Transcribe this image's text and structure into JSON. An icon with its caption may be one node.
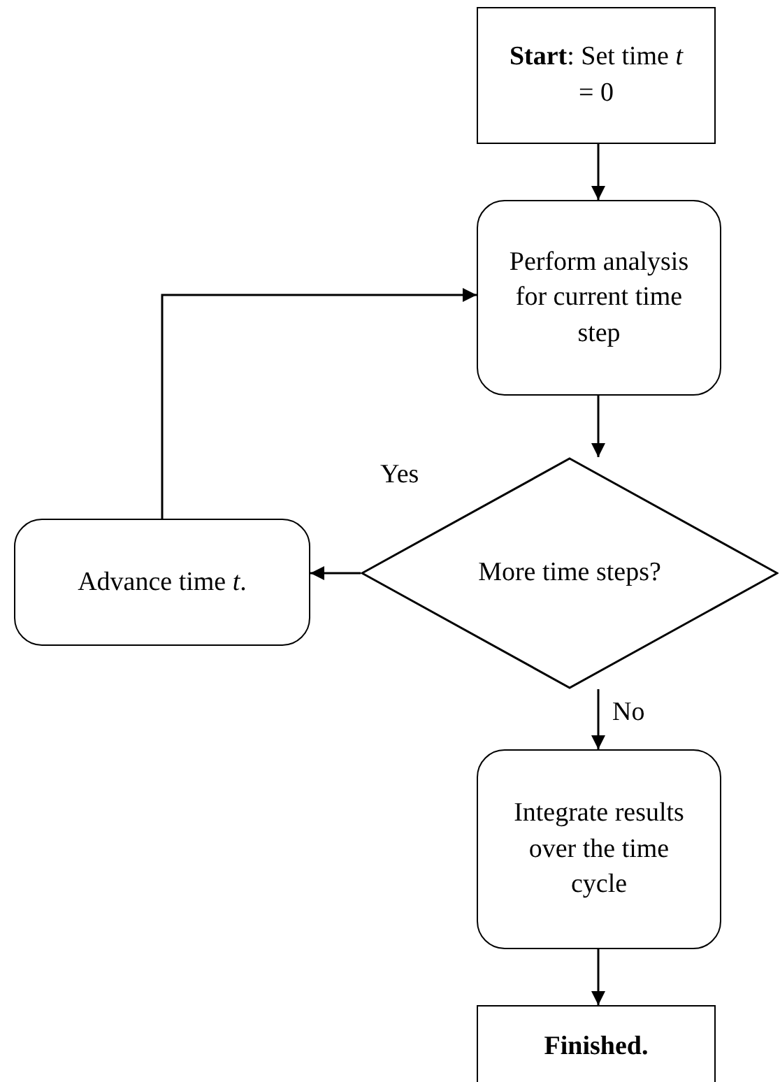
{
  "diagram": {
    "nodes": [
      {
        "text": [
          "**Start**: Set time *t* = 0"
        ]
      },
      {
        "text": [
          "Perform analysis for current time step"
        ]
      },
      {
        "text": [
          "More time steps?"
        ]
      },
      {
        "text": [
          "Advance time *t*."
        ]
      },
      {
        "text": [
          "Integrate results over the time cycle"
        ]
      },
      {
        "text": [
          "Finished."
        ]
      }
    ],
    "edges": [
      {
        "from": 0,
        "to": 1,
        "arrow": "to"
      },
      {
        "from": 1,
        "to": 2,
        "arrow": "to"
      },
      {
        "from": 2,
        "to": 3,
        "arrow": "to",
        "label": "Yes"
      },
      {
        "from": 3,
        "to": 1,
        "arrow": "to"
      },
      {
        "from": 2,
        "to": 4,
        "arrow": "to",
        "label": "No"
      },
      {
        "from": 4,
        "to": 5,
        "arrow": "to"
      }
    ]
  }
}
